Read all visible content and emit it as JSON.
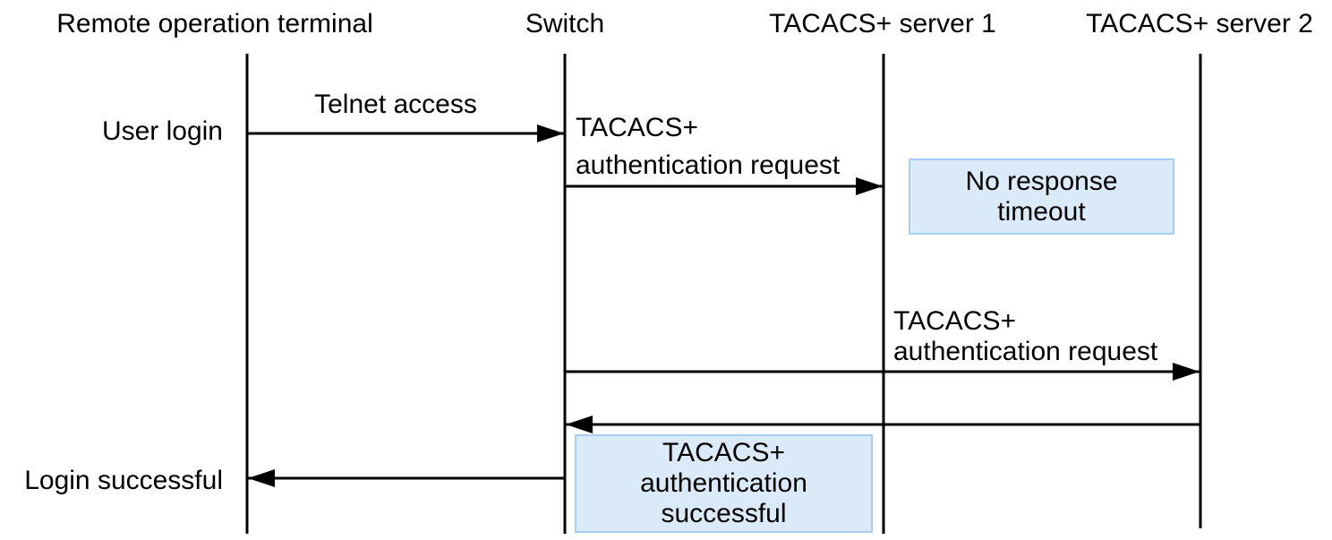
{
  "participants": {
    "terminal": "Remote operation terminal",
    "switch": "Switch",
    "server1": "TACACS+ server 1",
    "server2": "TACACS+ server 2"
  },
  "events": {
    "user_login": "User login",
    "login_successful": "Login successful"
  },
  "messages": {
    "telnet_access": "Telnet access",
    "auth_request_1": {
      "line1": "TACACS+",
      "line2": "authentication request"
    },
    "auth_request_2": {
      "line1": "TACACS+",
      "line2": "authentication request"
    }
  },
  "notes": {
    "timeout": {
      "line1": "No response",
      "line2": "timeout"
    },
    "success": {
      "line1": "TACACS+",
      "line2": "authentication",
      "line3": "successful"
    }
  },
  "colors": {
    "note_fill": "#dbeaf9",
    "note_border": "#a9cdee",
    "line": "#000000"
  }
}
